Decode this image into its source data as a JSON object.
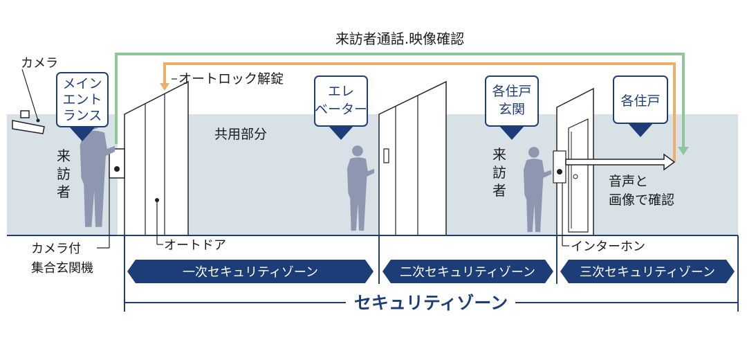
{
  "title": "来訪者通話.映像確認",
  "colors": {
    "wall": "#d8e1e6",
    "navy": "#1d3d78",
    "green": "#8fc79a",
    "orange": "#eeb068",
    "person": "#8e97b0",
    "text": "#1a1a1a",
    "zone_text": "#1d3d78"
  },
  "labels": {
    "camera": "カメラ",
    "main_entrance": [
      "メイン",
      "エント",
      "ランス"
    ],
    "visitor_left": [
      "来",
      "訪",
      "者"
    ],
    "autolock": "オートロック解錠",
    "common_area": "共用部分",
    "elevator": [
      "エレ",
      "ベーター"
    ],
    "unit_entrance": [
      "各住戸",
      "玄関"
    ],
    "visitor_right": [
      "来",
      "訪",
      "者"
    ],
    "each_unit": "各住戸",
    "voice_image": [
      "音声と",
      "画像で確認"
    ],
    "panel": [
      "カメラ付",
      "集合玄関機"
    ],
    "autodoor": "オートドア",
    "intercom": "インターホン"
  },
  "zones": {
    "first": "一次セキュリティゾーン",
    "second": "二次セキュリティゾーン",
    "third": "三次セキュリティゾーン",
    "overall": "セキュリティゾーン"
  }
}
